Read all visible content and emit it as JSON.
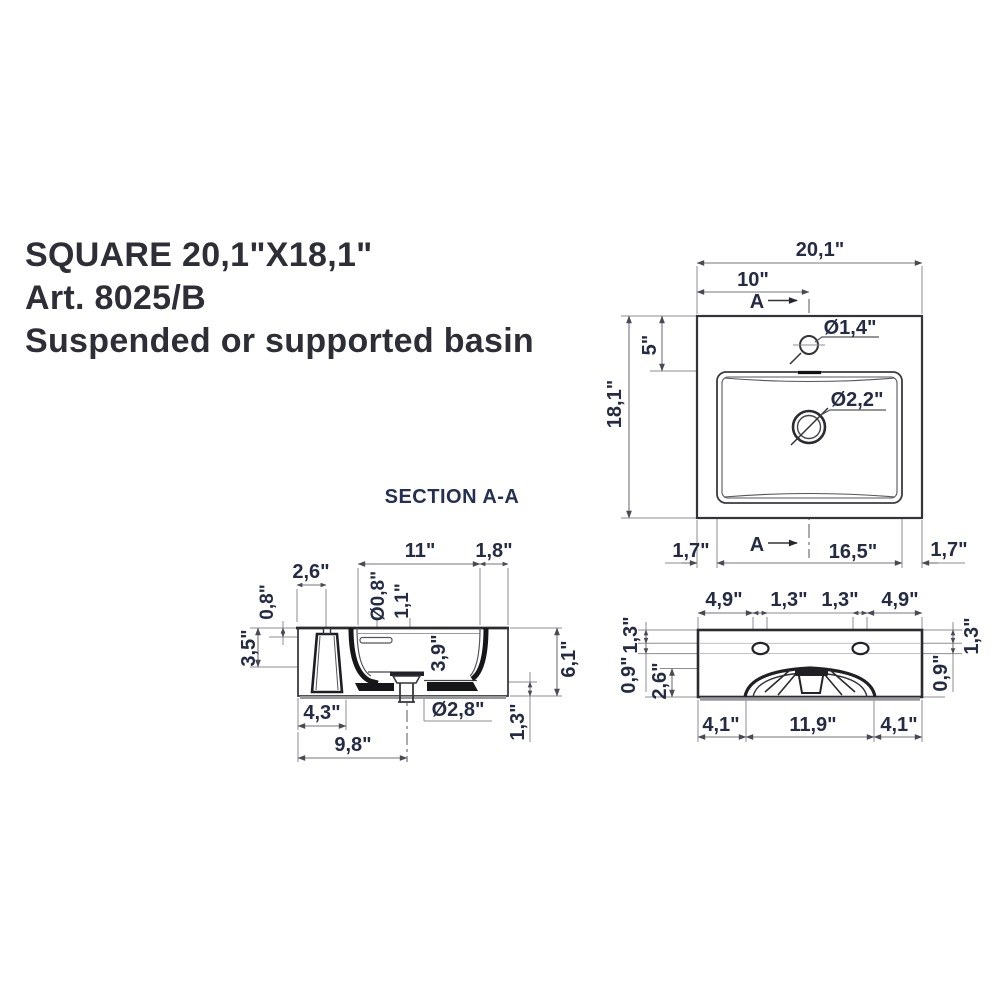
{
  "title": {
    "line1": "SQUARE 20,1\"X18,1\"",
    "line2": "Art. 8025/B",
    "line3": "Suspended or supported basin"
  },
  "section_title": "SECTION A-A",
  "plan": {
    "overall_width": "20,1\"",
    "faucet_center_offset": "10\"",
    "section_arrow_top": "A",
    "faucet_hole_diameter": "Ø1,4\"",
    "faucet_from_back": "5\"",
    "overall_depth": "18,1\"",
    "drain_diameter": "Ø2,2\"",
    "side_margin_left": "1,7\"",
    "bowl_width": "16,5\"",
    "side_margin_right": "1,7\"",
    "section_arrow_bottom": "A"
  },
  "section": {
    "bowl_inner_width": "11\"",
    "rim_right": "1,8\"",
    "bracket_width": "2,6\"",
    "rim_lip": "0,8\"",
    "overflow_hole_diameter": "Ø0,8\"",
    "rim_height": "1,1\"",
    "bracket_height": "3,5\"",
    "bowl_depth": "3,9\"",
    "overall_height": "6,1\"",
    "bracket_offset": "4,3\"",
    "drain_hole_diameter": "Ø2,8\"",
    "base_recess_height": "1,3\"",
    "drain_center_offset": "9,8\""
  },
  "front": {
    "hole_offset_left": "4,9\"",
    "hole_width_left": "1,3\"",
    "hole_width_right": "1,3\"",
    "hole_offset_right": "4,9\"",
    "edge_to_hole_left": "1,3\"",
    "hole_height_left": "0,9\"",
    "edge_to_hole_right": "1,3\"",
    "hole_height_right": "0,9\"",
    "arch_height": "2,6\"",
    "arch_offset_left": "4,1\"",
    "arch_width": "11,9\"",
    "arch_offset_right": "4,1\""
  }
}
